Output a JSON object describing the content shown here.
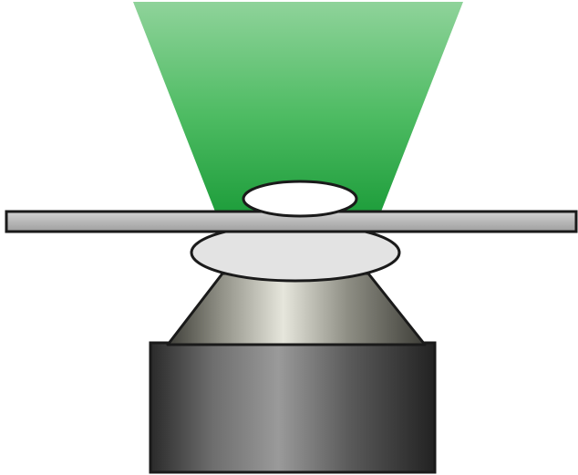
{
  "diagram": {
    "elements": [
      "light-cone",
      "specimen-sample",
      "slide-plate",
      "objective-front-lens",
      "objective-taper",
      "objective-body"
    ],
    "colors": {
      "background": "#ffffff",
      "light_top": "#8fd39a",
      "light_mid": "#4dbb62",
      "light_bottom": "#1f9e3c",
      "sample_fill": "#ffffff",
      "outline": "#1a1a1a",
      "slide_fill": "#b9b9b9",
      "lens_fill": "#e3e3e3",
      "taper_light": "#dcdcd2",
      "taper_dark": "#4a4a44",
      "body_light": "#8a8a8a",
      "body_dark": "#262626"
    }
  }
}
